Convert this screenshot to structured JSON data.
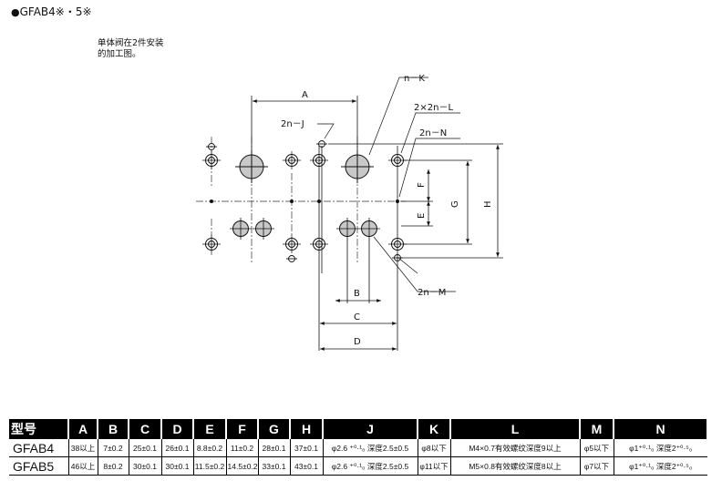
{
  "header": {
    "title": "GFAB4※・5※",
    "note_line1": "单体阀在2件安装",
    "note_line2": "的加工图。"
  },
  "drawing": {
    "labels": {
      "A": "A",
      "B": "B",
      "C": "C",
      "D": "D",
      "E": "E",
      "F": "F",
      "G": "G",
      "H": "H",
      "nK": "n－K",
      "twonJ": "2n－J",
      "twoxtwonL": "2×2n－L",
      "twonN": "2n－N",
      "twonM": "2n－M"
    }
  },
  "table": {
    "headers": [
      "型号",
      "A",
      "B",
      "C",
      "D",
      "E",
      "F",
      "G",
      "H",
      "J",
      "K",
      "L",
      "M",
      "N"
    ],
    "rows": [
      [
        "GFAB4",
        "38以上",
        "7±0.2",
        "25±0.1",
        "26±0.1",
        "8.8±0.2",
        "11±0.2",
        "28±0.1",
        "37±0.1",
        "φ2.6 ⁺⁰·¹₀ 深度2.5±0.5",
        "φ8以下",
        "M4×0.7有效螺纹深度9以上",
        "φ5以下",
        "φ1⁺⁰·¹₀ 深度2⁺⁰·⁵₀"
      ],
      [
        "GFAB5",
        "46以上",
        "8±0.2",
        "30±0.1",
        "30±0.1",
        "11.5±0.2",
        "14.5±0.2",
        "33±0.1",
        "43±0.1",
        "φ2.6 ⁺⁰·¹₀ 深度2.5±0.5",
        "φ11以下",
        "M5×0.8有效螺纹深度8以上",
        "φ7以下",
        "φ1⁺⁰·¹₀ 深度2⁺⁰·⁵₀"
      ]
    ]
  }
}
